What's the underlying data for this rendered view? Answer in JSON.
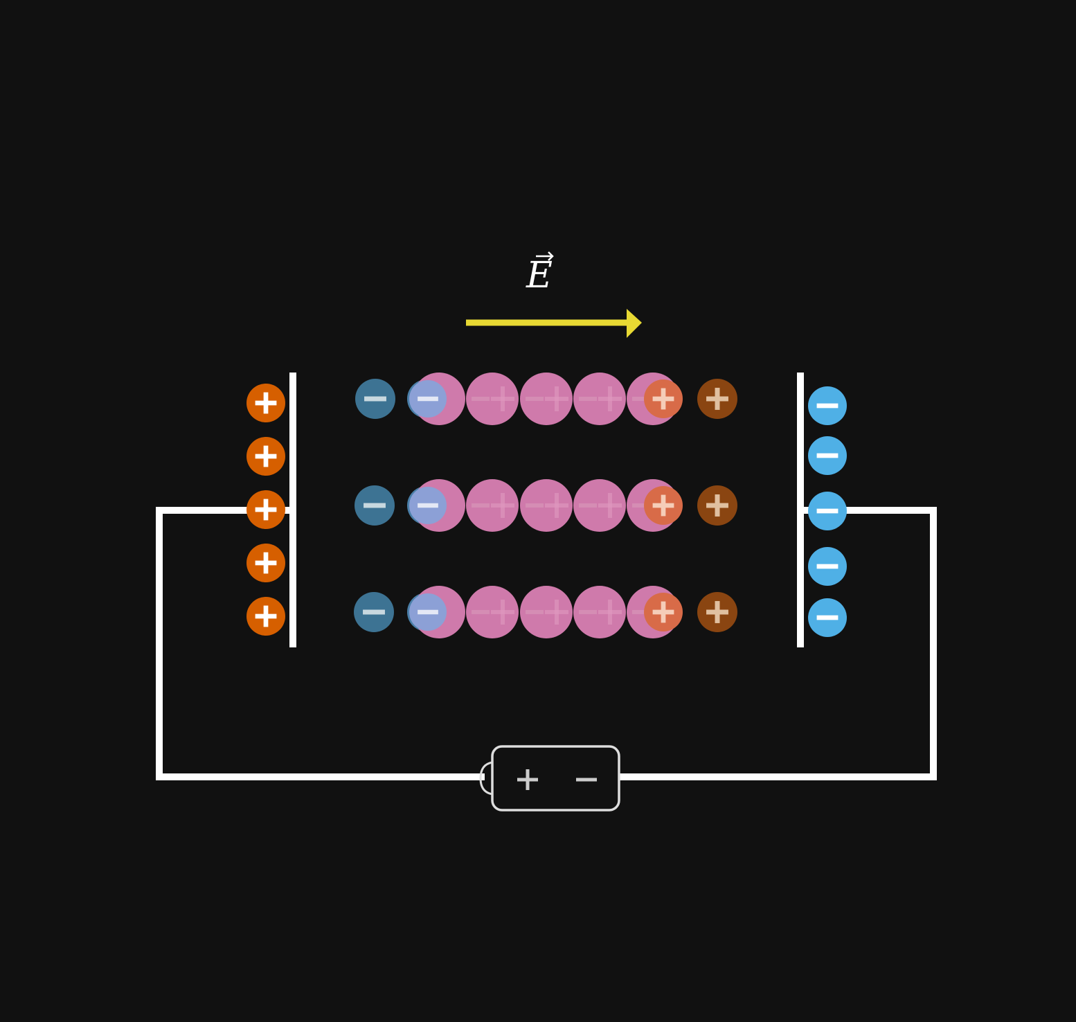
{
  "diagram": {
    "field_label": "E",
    "colors": {
      "background": "#111111",
      "wire": "#ffffff",
      "field_arrow": "#e8d933",
      "plate_positive_charge": "#d65f00",
      "plate_negative_charge": "#4fb0e6",
      "dielectric_molecule": "#cf7aab",
      "bound_negative": "#3d7393",
      "bound_negative_overlap": "#8ca0d6",
      "bound_positive_overlap": "#d86b48",
      "bound_positive": "#8a4511"
    },
    "left_plate_charge_count": 5,
    "right_plate_charge_count": 5,
    "dielectric_rows": 3,
    "molecules_per_row": 5
  }
}
